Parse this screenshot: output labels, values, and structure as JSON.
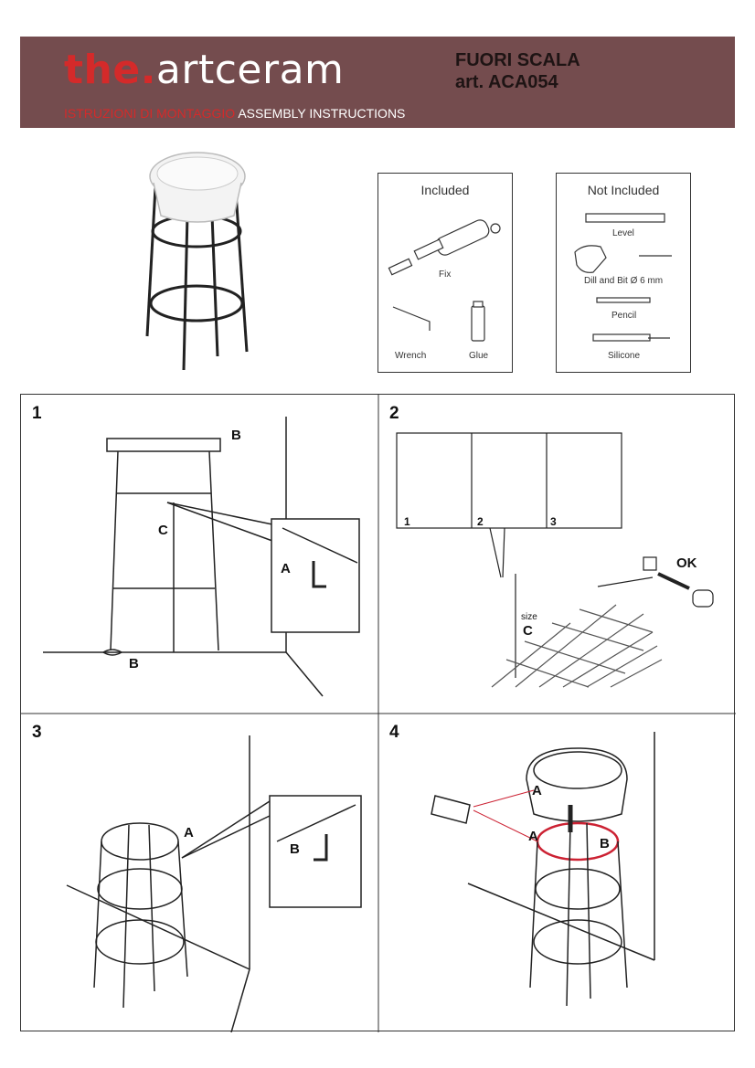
{
  "header": {
    "brand_prefix": "the.",
    "brand_name": "artceram",
    "subtitle_it": "ISTRUZIONI DI MONTAGGIO",
    "subtitle_en": "ASSEMBLY INSTRUCTIONS",
    "product_name": "FUORI SCALA",
    "product_code": "art. ACA054"
  },
  "included": {
    "title": "Included",
    "items": [
      "Fix",
      "Wrench",
      "Glue"
    ]
  },
  "not_included": {
    "title": "Not Included",
    "items": [
      "Level",
      "Dill and Bit Ø 6 mm",
      "Pencil",
      "Silicone"
    ]
  },
  "steps": [
    {
      "number": "1",
      "labels": [
        "B",
        "C",
        "A",
        "B"
      ]
    },
    {
      "number": "2",
      "sub_steps": [
        "1",
        "2",
        "3"
      ],
      "ok": "OK",
      "size_label": "size",
      "size_letter": "C"
    },
    {
      "number": "3",
      "labels": [
        "A",
        "B"
      ]
    },
    {
      "number": "4",
      "labels": [
        "A",
        "A",
        "B"
      ]
    }
  ],
  "colors": {
    "header_bg": "#744c4e",
    "brand_red": "#d42a2a"
  }
}
